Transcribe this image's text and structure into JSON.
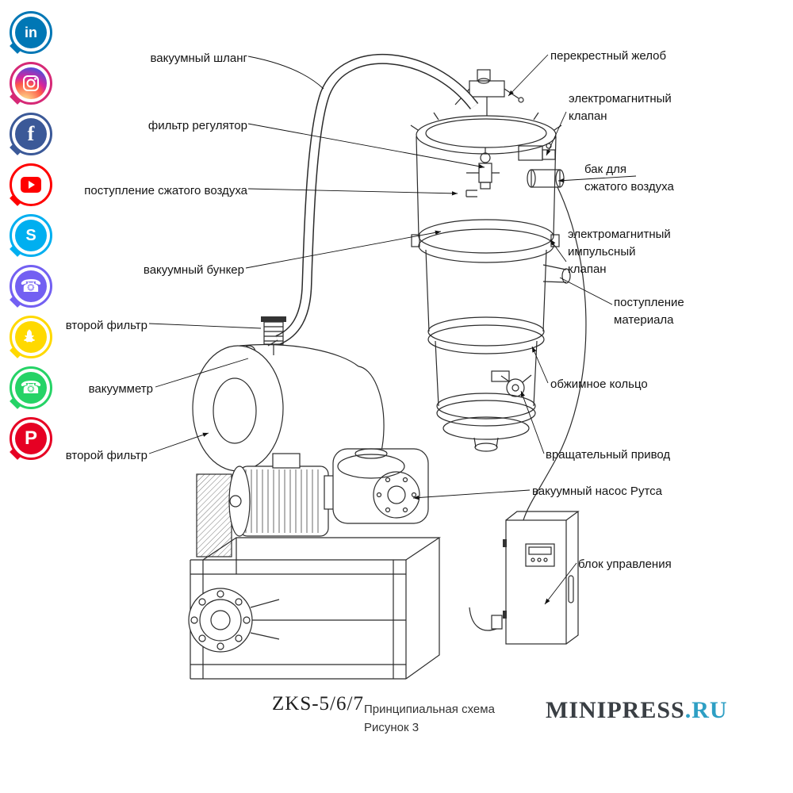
{
  "social_sidebar": {
    "icons": [
      {
        "name": "linkedin",
        "color": "#0077B5",
        "glyph": "in"
      },
      {
        "name": "instagram",
        "color": "#D62976",
        "glyph": ""
      },
      {
        "name": "facebook",
        "color": "#3B5998",
        "glyph": "f"
      },
      {
        "name": "youtube",
        "color": "#FF0000",
        "glyph": ""
      },
      {
        "name": "skype",
        "color": "#00AFF0",
        "glyph": "S"
      },
      {
        "name": "viber",
        "color": "#7360F2",
        "glyph": "☎"
      },
      {
        "name": "snapchat",
        "color": "#FFD900",
        "glyph": ""
      },
      {
        "name": "whatsapp",
        "color": "#25D366",
        "glyph": "☎"
      },
      {
        "name": "pinterest",
        "color": "#E60023",
        "glyph": "P"
      }
    ]
  },
  "diagram": {
    "labels_left": [
      {
        "text": "вакуумный шланг"
      },
      {
        "text": "фильтр регулятор"
      },
      {
        "text": "поступление сжатого воздуха"
      },
      {
        "text": "вакуумный бункер"
      },
      {
        "text": "второй фильтр"
      },
      {
        "text": "вакуумметр"
      },
      {
        "text": "второй фильтр"
      }
    ],
    "labels_right": [
      {
        "lines": [
          "перекрестный желоб"
        ]
      },
      {
        "lines": [
          "электромагнитный",
          "клапан"
        ]
      },
      {
        "lines": [
          "бак для",
          "сжатого воздуха"
        ]
      },
      {
        "lines": [
          "электромагнитный",
          "импульсный",
          "клапан"
        ]
      },
      {
        "lines": [
          "поступление",
          "материала"
        ]
      },
      {
        "lines": [
          "обжимное кольцо"
        ]
      },
      {
        "lines": [
          "вращательный привод"
        ]
      },
      {
        "lines": [
          "вакуумный насос Рутса"
        ]
      },
      {
        "lines": [
          "блок управления"
        ]
      }
    ]
  },
  "footer": {
    "model": "ZKS-5/6/7",
    "caption": "Принципиальная схема",
    "figure": "Рисунок 3",
    "brand_name": "MINIPRESS",
    "brand_tld": ".RU",
    "brand_tld_color": "#2E9FC4"
  }
}
